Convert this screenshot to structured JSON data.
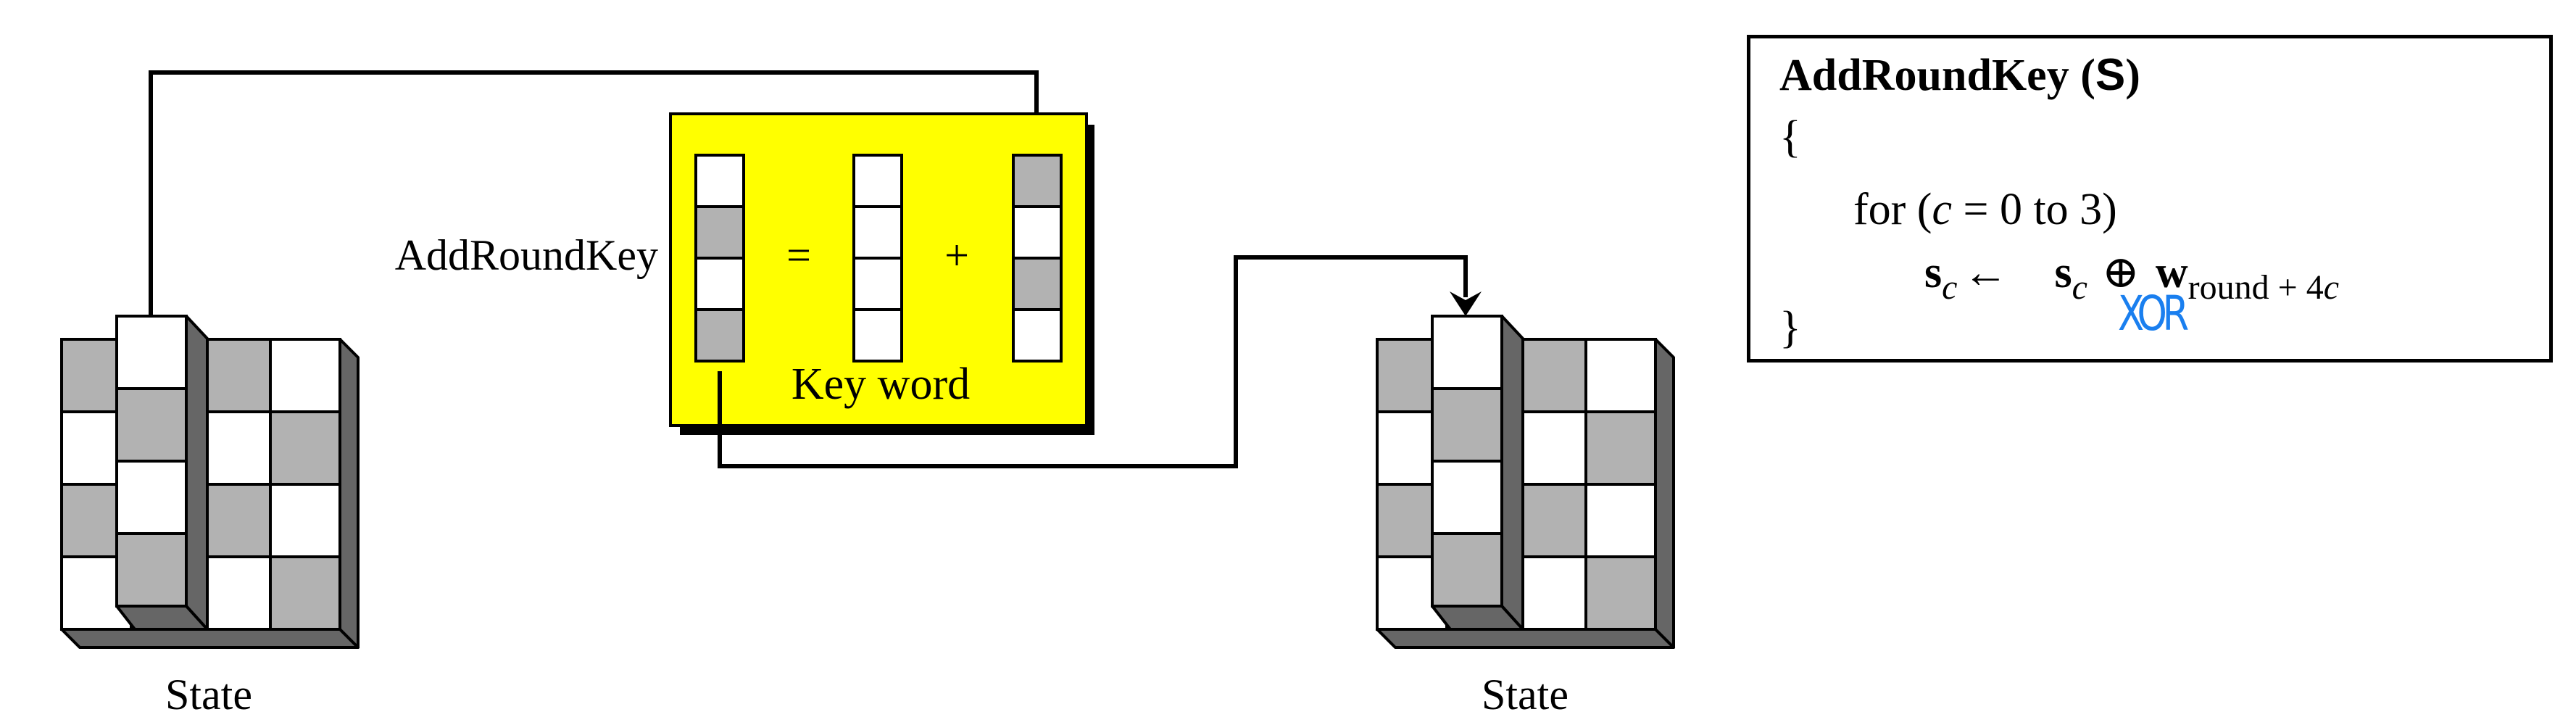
{
  "diagram": {
    "title": "AddRoundKey",
    "colors": {
      "key_box_fill": "#ffff00",
      "cell_gray": "#b2b2b2",
      "cell_white": "#ffffff",
      "side_shade": "#666666",
      "annotation": "#1a7fef"
    },
    "left_state": {
      "label": "State",
      "grid_shading": [
        [
          "gray",
          "white",
          "gray",
          "white"
        ],
        [
          "white",
          "gray",
          "white",
          "gray"
        ],
        [
          "gray",
          "white",
          "gray",
          "white"
        ],
        [
          "white",
          "gray",
          "white",
          "gray"
        ]
      ],
      "raised_column": 1
    },
    "right_state": {
      "label": "State",
      "grid_shading": [
        [
          "gray",
          "white",
          "gray",
          "white"
        ],
        [
          "white",
          "gray",
          "white",
          "gray"
        ],
        [
          "gray",
          "white",
          "gray",
          "white"
        ],
        [
          "white",
          "gray",
          "white",
          "gray"
        ]
      ],
      "raised_column": 1
    },
    "operation": {
      "label": "AddRoundKey",
      "equals": "=",
      "plus": "+",
      "key_label": "Key word",
      "result_column": [
        "white",
        "gray",
        "white",
        "gray"
      ],
      "state_column": [
        "white",
        "white",
        "white",
        "white"
      ],
      "key_column": [
        "gray",
        "white",
        "gray",
        "white"
      ]
    }
  },
  "algorithm": {
    "title_prefix": "AddRoundKey (",
    "title_arg": "S",
    "title_suffix": ")",
    "open_brace": "{",
    "for_prefix": "for (",
    "for_var": "c",
    "for_suffix": " = 0 to 3)",
    "lhs": "s",
    "lhs_sub": "c",
    "arrow": "←",
    "rhs_s": "s",
    "rhs_s_sub": "c",
    "xor_symbol": "⊕",
    "rhs_w": "w",
    "rhs_w_sub_prefix": "round + 4",
    "rhs_w_sub_var": "c",
    "close_brace": "}"
  },
  "annotation": {
    "handwritten_note": "XOR"
  }
}
